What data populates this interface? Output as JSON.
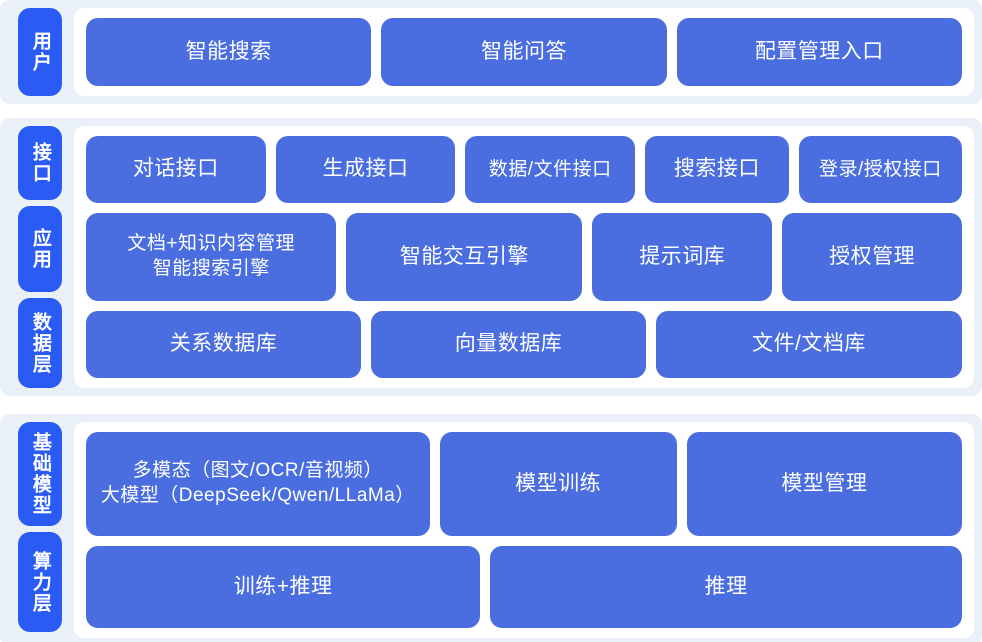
{
  "theme": {
    "page_background": "#ffffff",
    "band_background": "#eaf0f8",
    "panel_background": "#ffffff",
    "tag_color": "#2a5cf5",
    "card_color": "#4a6ee0",
    "text_color": "#ffffff"
  },
  "sections": [
    {
      "id": "user",
      "tags": [
        "用户"
      ],
      "rows": [
        {
          "id": "user-entries",
          "cards": [
            {
              "label": "智能搜索",
              "flex": 1
            },
            {
              "label": "智能问答",
              "flex": 1
            },
            {
              "label": "配置管理入口",
              "flex": 1
            }
          ]
        }
      ]
    },
    {
      "id": "middle",
      "tags": [
        "接口",
        "应用",
        "数据层"
      ],
      "rows": [
        {
          "id": "interface-layer",
          "cards": [
            {
              "label": "对话接口",
              "flex": 1.0
            },
            {
              "label": "生成接口",
              "flex": 1.0
            },
            {
              "label": "数据/文件接口",
              "flex": 0.94
            },
            {
              "label": "搜索接口",
              "flex": 0.78
            },
            {
              "label": "登录/授权接口",
              "flex": 0.9
            }
          ]
        },
        {
          "id": "application-layer",
          "cards": [
            {
              "label": "文档+知识内容管理\n智能搜索引擎",
              "flex": 1.13,
              "multiline": true
            },
            {
              "label": "智能交互引擎",
              "flex": 1.06
            },
            {
              "label": "提示词库",
              "flex": 0.79
            },
            {
              "label": "授权管理",
              "flex": 0.79
            }
          ]
        },
        {
          "id": "data-layer",
          "cards": [
            {
              "label": "关系数据库",
              "flex": 1.0
            },
            {
              "label": "向量数据库",
              "flex": 1.0
            },
            {
              "label": "文件/文档库",
              "flex": 1.12
            }
          ]
        }
      ]
    },
    {
      "id": "bottom",
      "tags": [
        "基础模型",
        "算力层"
      ],
      "rows": [
        {
          "id": "foundation-model-layer",
          "cards": [
            {
              "label": "多模态（图文/OCR/音视频）\n大模型（DeepSeek/Qwen/LLaMa）",
              "flex": 1.2,
              "multiline": true
            },
            {
              "label": "模型训练",
              "flex": 0.81
            },
            {
              "label": "模型管理",
              "flex": 0.95
            }
          ]
        },
        {
          "id": "compute-layer",
          "cards": [
            {
              "label": "训练+推理",
              "flex": 0.93
            },
            {
              "label": "推理",
              "flex": 1.12
            }
          ]
        }
      ]
    }
  ]
}
